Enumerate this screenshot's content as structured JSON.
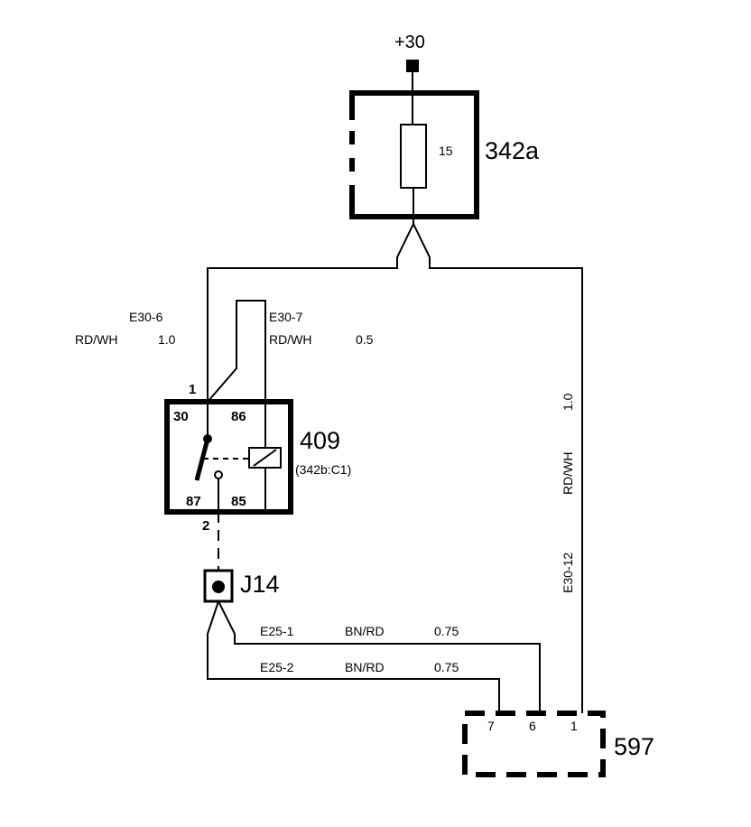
{
  "supply": {
    "label": "+30"
  },
  "fuse_box": {
    "id": "342a",
    "fuse": "15"
  },
  "relay": {
    "id": "409",
    "ref": "(342b:C1)",
    "pins": {
      "p30": "30",
      "p86": "86",
      "p87": "87",
      "p85": "85"
    },
    "in_terminal": "1",
    "out_terminal": "2"
  },
  "wires": {
    "e30_6": {
      "code": "E30-6",
      "color": "RD/WH",
      "size": "1.0"
    },
    "e30_7": {
      "code": "E30-7",
      "color": "RD/WH",
      "size": "0.5"
    },
    "e30_12": {
      "code": "E30-12",
      "color": "RD/WH",
      "size": "1.0"
    },
    "e25_1": {
      "code": "E25-1",
      "color": "BN/RD",
      "size": "0.75"
    },
    "e25_2": {
      "code": "E25-2",
      "color": "BN/RD",
      "size": "0.75"
    }
  },
  "splice": {
    "id": "J14"
  },
  "module": {
    "id": "597",
    "pins": {
      "p7": "7",
      "p6": "6",
      "p1": "1"
    }
  }
}
